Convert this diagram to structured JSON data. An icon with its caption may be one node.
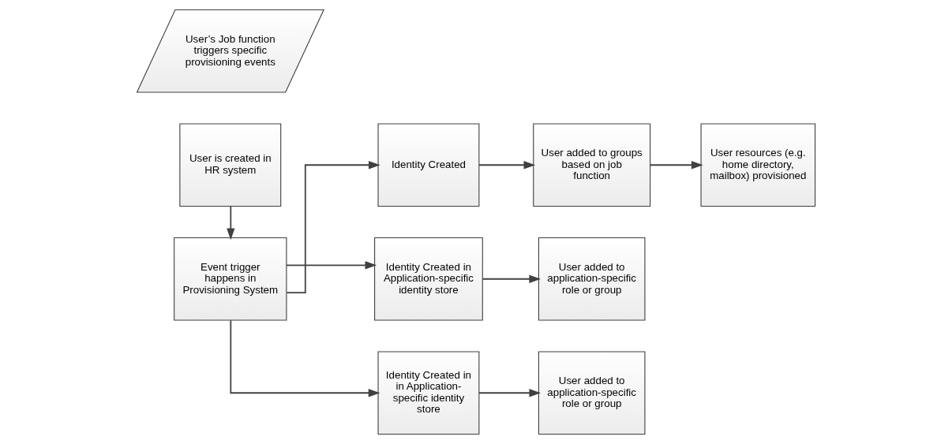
{
  "diagram": {
    "nodes": [
      {
        "text": [
          "User is created in HR system"
        ]
      },
      {
        "text": [
          "Event trigger happens in Provisioning System"
        ]
      },
      {
        "text": [
          "User’s Job function triggers specific provisioning events"
        ]
      },
      {
        "text": [
          "Identity Created"
        ]
      },
      {
        "text": [
          "User added to groups based on job function"
        ]
      },
      {
        "text": [
          "User resources (e.g. home directory, mailbox) provisioned"
        ]
      },
      {
        "text": [
          "Identity Created in Application-specific identity store"
        ]
      },
      {
        "text": [
          "User added to application-specific role or group"
        ]
      },
      {
        "text": [
          "Identity Created in in Application-specific identity store"
        ]
      },
      {
        "text": [
          "User added to application-specific role or group"
        ]
      }
    ],
    "edges": [
      {
        "from": 0,
        "to": 1,
        "arrow": "to"
      },
      {
        "from": 1,
        "to": 3,
        "arrow": "to"
      },
      {
        "from": 3,
        "to": 4,
        "arrow": "to"
      },
      {
        "from": 4,
        "to": 5,
        "arrow": "to"
      },
      {
        "from": 1,
        "to": 6,
        "arrow": "to"
      },
      {
        "from": 6,
        "to": 7,
        "arrow": "to"
      },
      {
        "from": 1,
        "to": 8,
        "arrow": "to"
      },
      {
        "from": 8,
        "to": 9,
        "arrow": "to"
      }
    ]
  }
}
